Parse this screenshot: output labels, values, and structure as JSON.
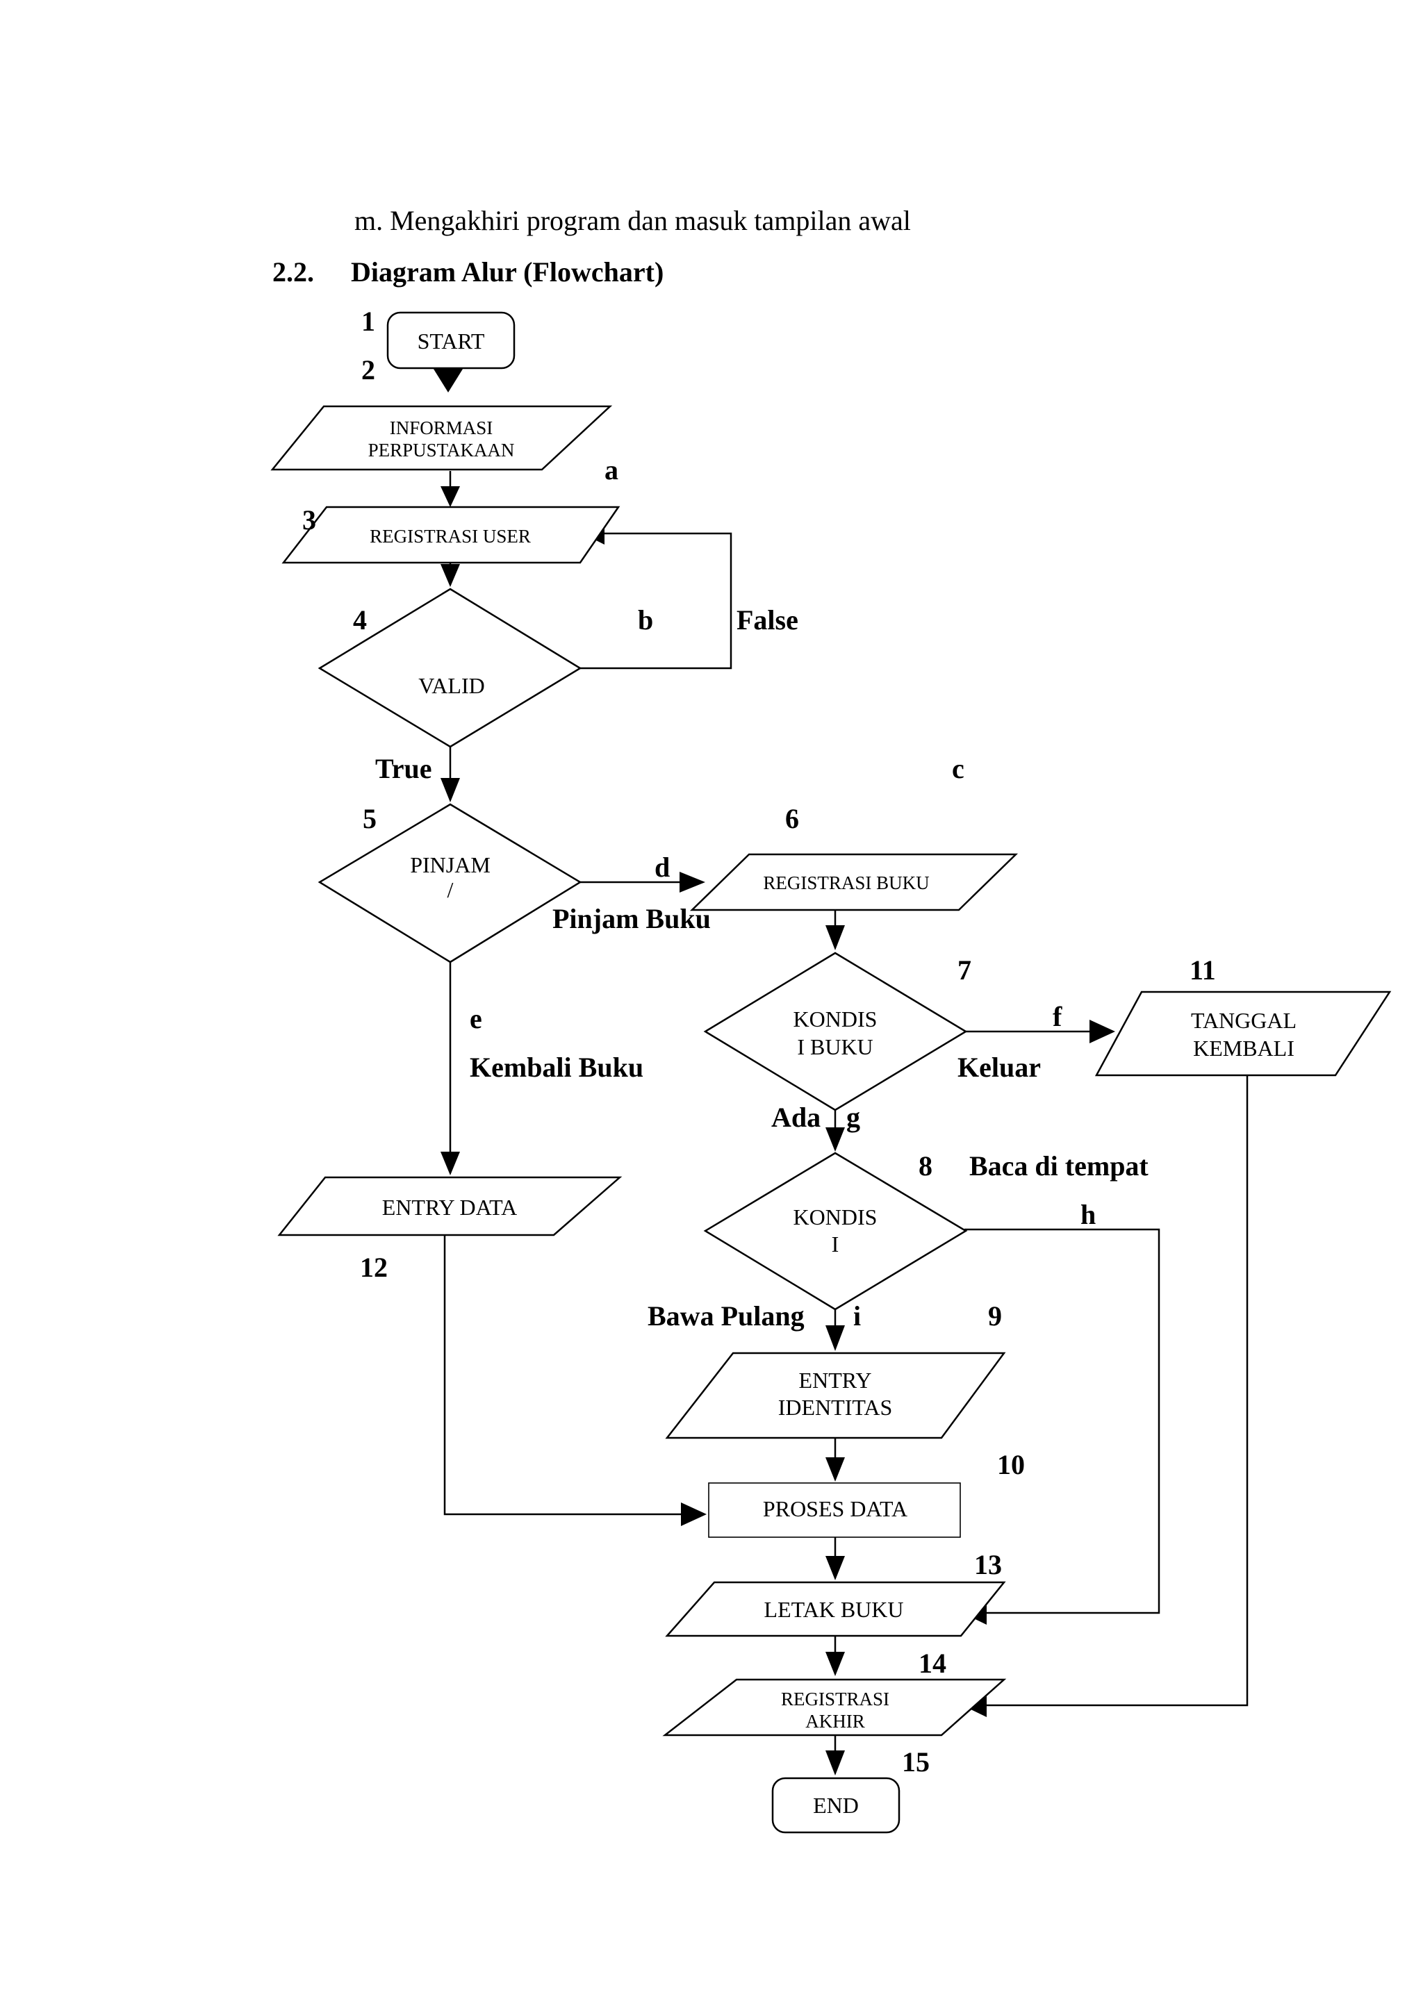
{
  "intro_line": "m.  Mengakhiri program dan masuk tampilan awal",
  "section": {
    "number": "2.2.",
    "title": "Diagram Alur (Flowchart)"
  },
  "nodes": {
    "start": {
      "label": "START"
    },
    "informasi": {
      "line1": "INFORMASI",
      "line2": "PERPUSTAKAAN"
    },
    "registrasi_user": {
      "label": "REGISTRASI USER"
    },
    "valid": {
      "label": "VALID"
    },
    "pinjam": {
      "line1": "PINJAM",
      "line2": "/"
    },
    "registrasi_buku": {
      "label": "REGISTRASI BUKU"
    },
    "kondisi_buku": {
      "line1": "KONDIS",
      "line2": "I BUKU"
    },
    "tanggal_kembali": {
      "line1": "TANGGAL",
      "line2": "KEMBALI"
    },
    "kondisi_i": {
      "line1": "KONDIS",
      "line2": "I"
    },
    "entry_data": {
      "label": "ENTRY DATA"
    },
    "entry_identitas": {
      "line1": "ENTRY",
      "line2": "IDENTITAS"
    },
    "proses_data": {
      "label": "PROSES DATA"
    },
    "letak_buku": {
      "label": "LETAK BUKU"
    },
    "registrasi_akhir": {
      "line1": "REGISTRASI",
      "line2": "AKHIR"
    },
    "end": {
      "label": "END"
    }
  },
  "step_numbers": {
    "n1": "1",
    "n2": "2",
    "n3": "3",
    "n4": "4",
    "n5": "5",
    "n6": "6",
    "n7": "7",
    "n8": "8",
    "n9": "9",
    "n10": "10",
    "n11": "11",
    "n12": "12",
    "n13": "13",
    "n14": "14",
    "n15": "15"
  },
  "edge_letters": {
    "a": "a",
    "b": "b",
    "c": "c",
    "d": "d",
    "e": "e",
    "f": "f",
    "g": "g",
    "h": "h",
    "i": "i"
  },
  "edge_labels": {
    "false": "False",
    "true": "True",
    "pinjam_buku": "Pinjam Buku",
    "kembali_buku": "Kembali Buku",
    "keluar": "Keluar",
    "ada": "Ada",
    "baca_di_tempat": "Baca di tempat",
    "bawa_pulang": "Bawa Pulang"
  }
}
